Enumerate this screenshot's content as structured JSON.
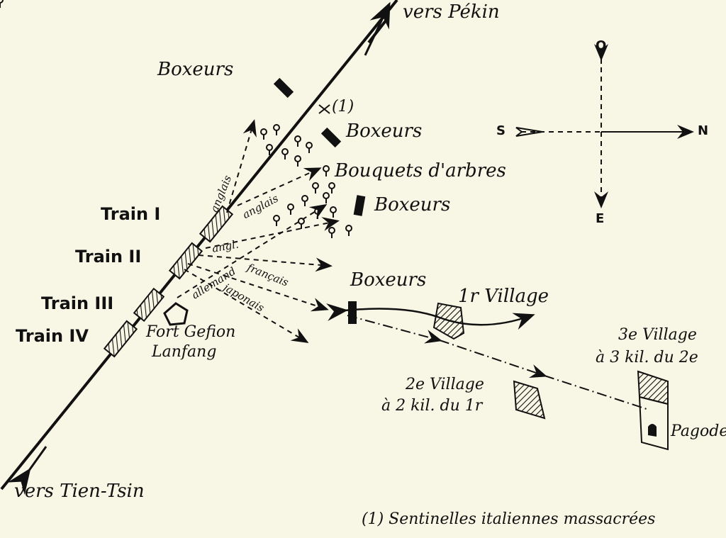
{
  "map": {
    "directions": {
      "north_end": "vers Pékin",
      "south_end": "vers Tien-Tsin"
    },
    "boxers": [
      "Boxeurs",
      "Boxeurs",
      "Boxeurs",
      "Boxeurs"
    ],
    "sentinel_marker": "(1)",
    "trees_label": "Bouquets d'arbres",
    "trains": [
      "Train I",
      "Train II",
      "Train III",
      "Train IV"
    ],
    "fort": {
      "name": "Fort Gefion",
      "place": "Lanfang"
    },
    "troops": [
      "anglais",
      "anglais",
      "angl.",
      "allemand",
      "français",
      "japonais"
    ],
    "villages": {
      "first": "1r Village",
      "second": {
        "name": "2e Village",
        "distance": "à 2 kil. du 1r"
      },
      "third": {
        "name": "3e Village",
        "distance": "à 3 kil. du 2e"
      },
      "pagoda": "Pagode"
    },
    "compass": {
      "top": "O",
      "left": "S",
      "right": "N",
      "bottom": "E"
    },
    "footnote": "(1) Sentinelles italiennes massacrées"
  },
  "colors": {
    "paper": "#f8f6e4",
    "ink": "#111111"
  }
}
